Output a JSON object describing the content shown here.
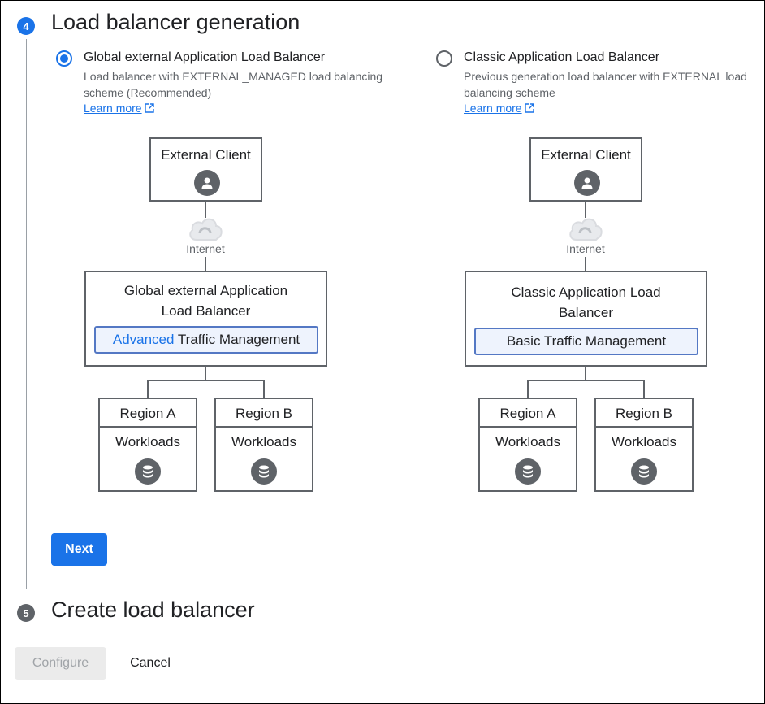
{
  "step4": {
    "number": "4",
    "title": "Load balancer generation"
  },
  "step5": {
    "number": "5",
    "title": "Create load balancer"
  },
  "options": [
    {
      "title": "Global external Application Load Balancer",
      "description": "Load balancer with EXTERNAL_MANAGED load balancing scheme (Recommended)",
      "learn_more": "Learn more",
      "selected": true,
      "diagram": {
        "client": "External Client",
        "internet": "Internet",
        "lb_line1": "Global external Application",
        "lb_line2": "Load Balancer",
        "traffic_highlight": "Advanced",
        "traffic_rest": " Traffic Management",
        "region_a": "Region A",
        "region_b": "Region B",
        "workloads": "Workloads"
      }
    },
    {
      "title": "Classic Application Load Balancer",
      "description": "Previous generation load balancer with EXTERNAL load balancing scheme",
      "learn_more": "Learn more",
      "selected": false,
      "diagram": {
        "client": "External Client",
        "internet": "Internet",
        "lb_line1": "Classic Application Load",
        "lb_line2": "Balancer",
        "traffic_rest": "Basic Traffic Management",
        "region_a": "Region A",
        "region_b": "Region B",
        "workloads": "Workloads"
      }
    }
  ],
  "buttons": {
    "next": "Next",
    "configure": "Configure",
    "cancel": "Cancel"
  },
  "colors": {
    "accent": "#1a73e8",
    "icon_gray": "#5f6368",
    "traffic_border": "#5478c4",
    "traffic_bg": "#eef3fd"
  },
  "icons": [
    "person-icon",
    "cloud-icon",
    "database-icon",
    "external-link-icon"
  ]
}
